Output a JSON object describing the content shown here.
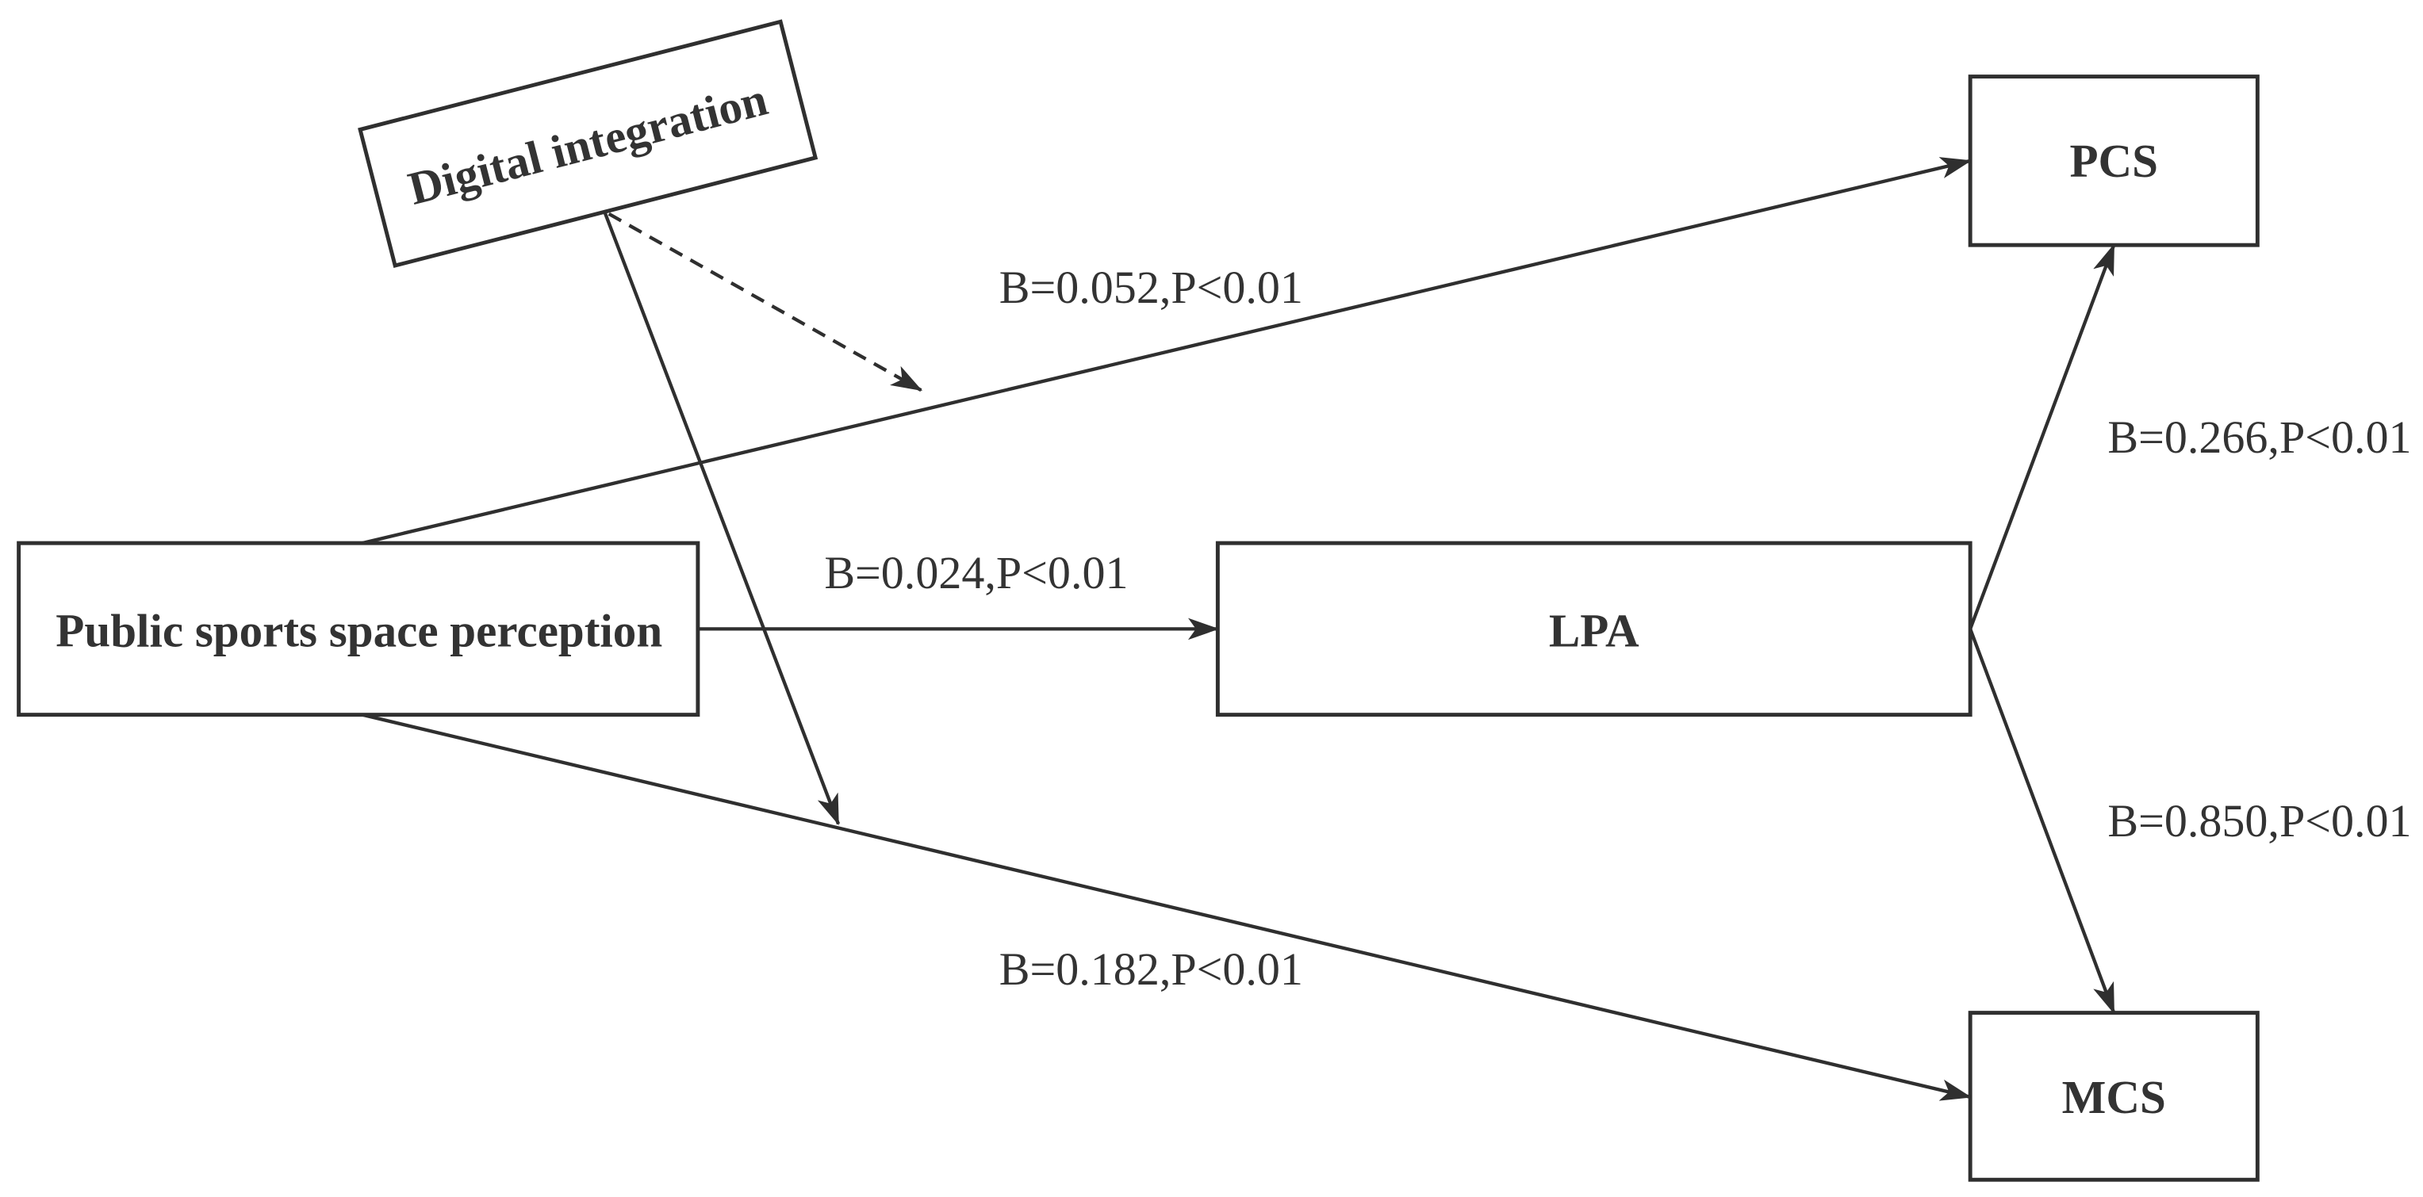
{
  "nodes": {
    "digital_integration": "Digital integration",
    "public_sports_space_perception": "Public sports space perception",
    "lpa": "LPA",
    "pcs": "PCS",
    "mcs": "MCS"
  },
  "edge_labels": {
    "perception_to_pcs": "B=0.052,P<0.01",
    "perception_to_lpa": "B=0.024,P<0.01",
    "lpa_to_pcs": "B=0.266,P<0.01",
    "lpa_to_mcs": "B=0.850,P<0.01",
    "perception_to_mcs": "B=0.182,P<0.01"
  },
  "colors": {
    "stroke": "#2f2f2f",
    "text": "#333333",
    "background": "#ffffff"
  }
}
